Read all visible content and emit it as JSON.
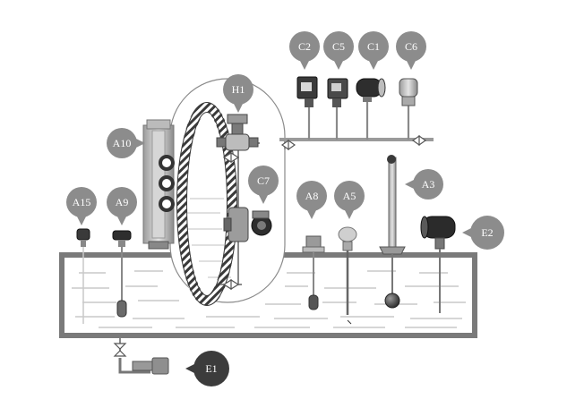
{
  "diagram": {
    "callouts": {
      "C2": "C2",
      "C5": "C5",
      "C1": "C1",
      "C6": "C6",
      "H1": "H1",
      "A10": "A10",
      "C7": "C7",
      "A8": "A8",
      "A5": "A5",
      "A3": "A3",
      "A15": "A15",
      "A9": "A9",
      "E2": "E2",
      "E1": "E1"
    },
    "colors": {
      "tank_wall": "#7a7a7a",
      "liquid_line": "#b9b9b9",
      "callout_fill": "#8c8c8c",
      "callout_dark": "#3c3c3c",
      "device_dark": "#2f2f2f",
      "pipe": "#9a9a9a"
    }
  }
}
